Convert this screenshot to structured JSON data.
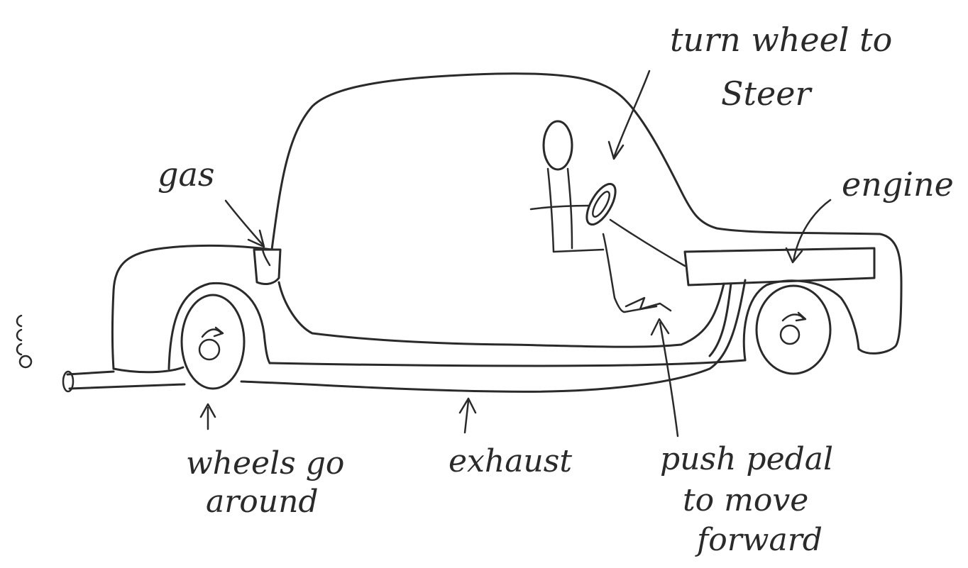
{
  "labels": {
    "steer_line1": "turn wheel to",
    "steer_line2": "Steer",
    "gas": "gas",
    "engine": "engine",
    "wheels_line1": "wheels go",
    "wheels_line2": "around",
    "exhaust": "exhaust",
    "pedal_line1": "push pedal",
    "pedal_line2": "to move",
    "pedal_line3": "forward"
  },
  "colors": {
    "ink": "#2a2a2a",
    "paper": "#ffffff"
  }
}
